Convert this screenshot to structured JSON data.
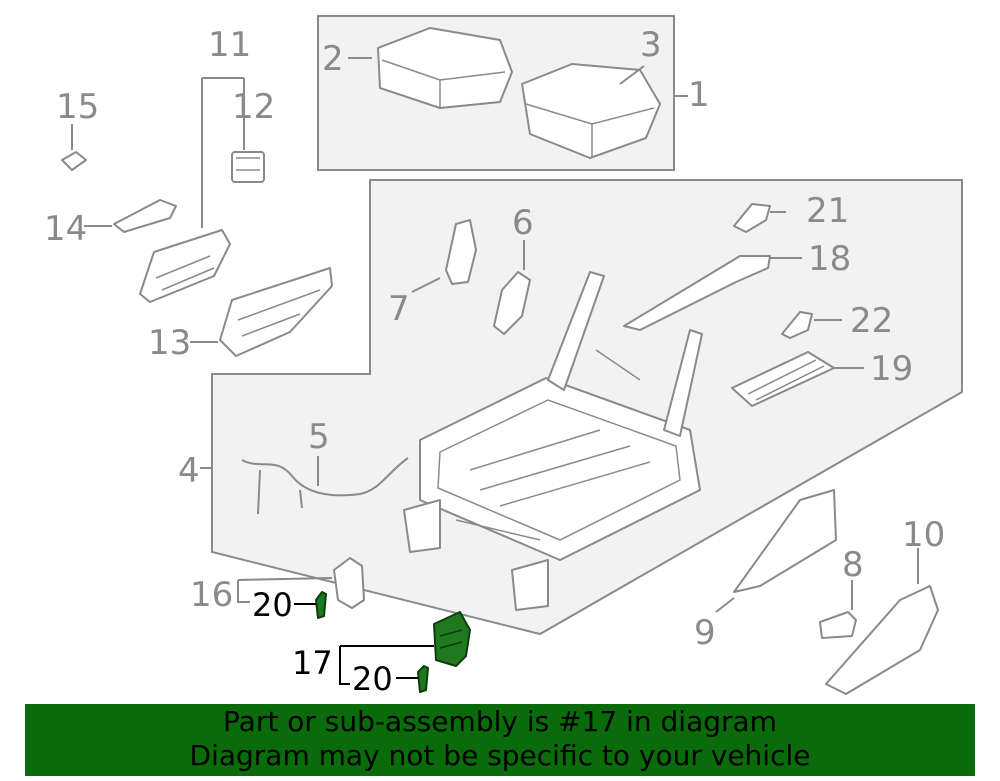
{
  "callouts": {
    "c1": "1",
    "c2": "2",
    "c3": "3",
    "c4": "4",
    "c5": "5",
    "c6": "6",
    "c7": "7",
    "c8": "8",
    "c9": "9",
    "c10": "10",
    "c11": "11",
    "c12": "12",
    "c13": "13",
    "c14": "14",
    "c15": "15",
    "c16": "16",
    "c17": "17",
    "c18": "18",
    "c19": "19",
    "c20a": "20",
    "c20b": "20",
    "c21": "21",
    "c22": "22"
  },
  "highlighted_part": "17",
  "colors": {
    "highlight": "#1f7a1f",
    "banner": "#0a6b0a",
    "lines": "#8a8a8a"
  },
  "banner": {
    "line1": "Part or sub-assembly is #17 in diagram",
    "line2": "Diagram may not be specific to your vehicle"
  }
}
